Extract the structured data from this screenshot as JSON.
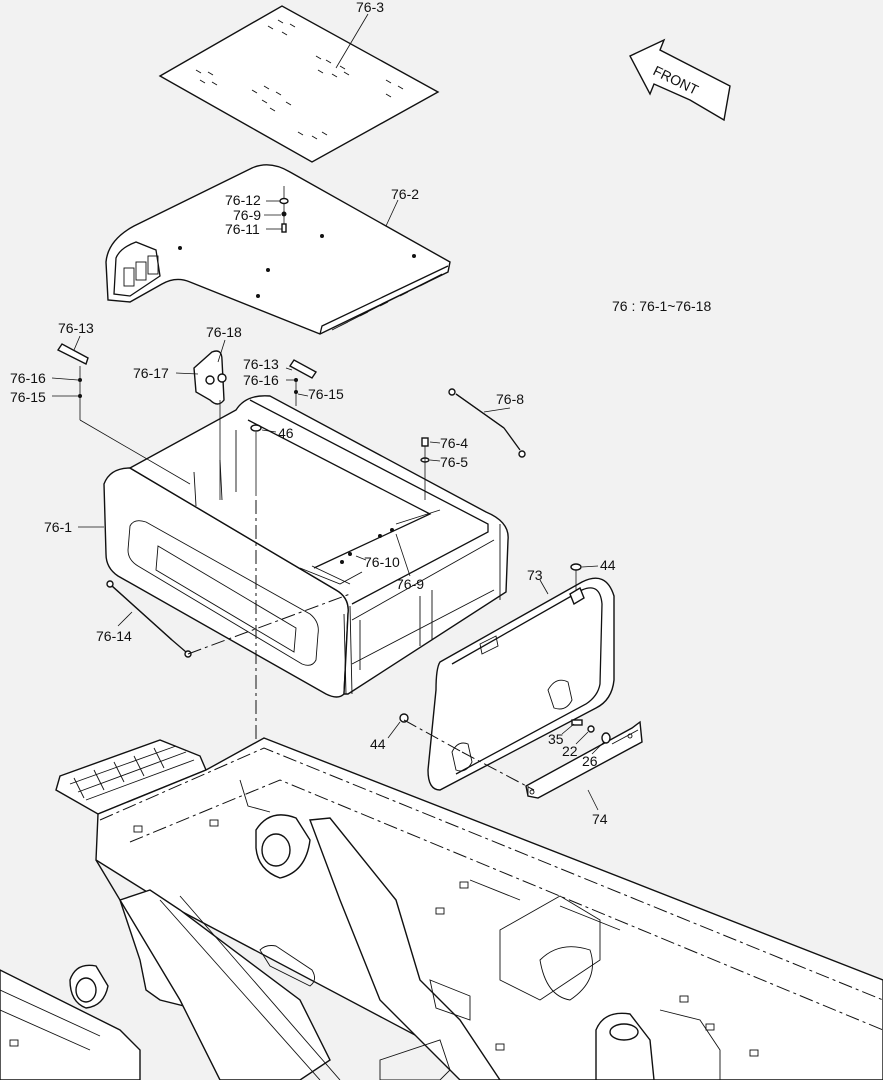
{
  "labels": {
    "cover_plate": "76-3",
    "top_cover": "76-2",
    "bolt_76_12": "76-12",
    "washer_76_9_top": "76-9",
    "bolt_76_11": "76-11",
    "note": "76 : 76-1~76-18",
    "seal_left": "76-13",
    "bolt_76_16_left": "76-16",
    "bolt_76_15_left": "76-15",
    "hinge_76_18": "76-18",
    "hinge_76_17": "76-17",
    "seal_right": "76-13",
    "bolt_76_16_right": "76-16",
    "bolt_76_15_right": "76-15",
    "gas_spring_76_8": "76-8",
    "bolt_46": "46",
    "bolt_76_4": "76-4",
    "washer_76_5": "76-5",
    "box_76_1": "76-1",
    "washer_76_10": "76-10",
    "washer_76_9_bottom": "76-9",
    "bolt_44_top": "44",
    "cover_73": "73",
    "gas_spring_76_14": "76-14",
    "bolt_44_bottom": "44",
    "bolt_35": "35",
    "washer_22": "22",
    "washer_26": "26",
    "bracket_74": "74"
  },
  "front_arrow": {
    "text": "FRONT"
  }
}
